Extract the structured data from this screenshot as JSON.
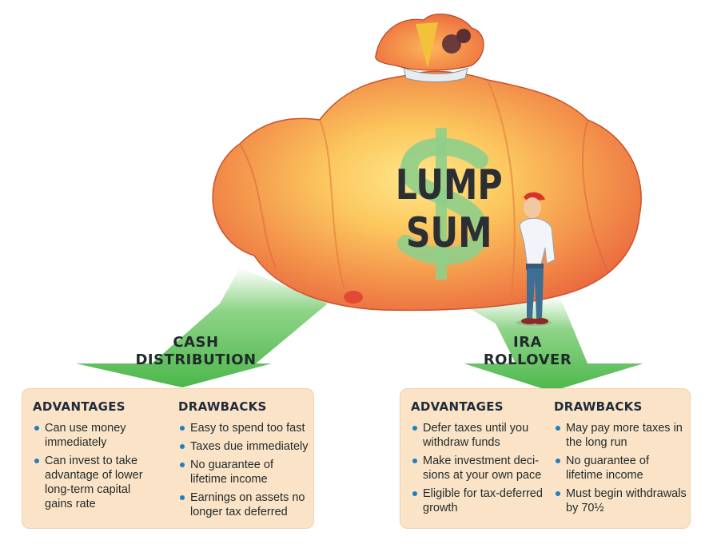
{
  "bag": {
    "text_line1": "LUMP",
    "text_line2": "SUM"
  },
  "left": {
    "arrow_label_line1": "CASH",
    "arrow_label_line2": "DISTRIBUTION",
    "advantages_title": "ADVANTAGES",
    "advantages": [
      [
        "Can use money",
        "immediately"
      ],
      [
        "Can invest to take",
        "advantage of lower",
        "long-term capital",
        "gains rate"
      ]
    ],
    "drawbacks_title": "DRAWBACKS",
    "drawbacks": [
      [
        "Easy to spend too fast"
      ],
      [
        "Taxes due immediately"
      ],
      [
        "No guarantee of",
        "lifetime income"
      ],
      [
        "Earnings on assets no",
        "longer tax deferred"
      ]
    ]
  },
  "right": {
    "arrow_label_line1": "IRA",
    "arrow_label_line2": "ROLLOVER",
    "advantages_title": "ADVANTAGES",
    "advantages": [
      [
        "Defer taxes until you",
        "withdraw funds"
      ],
      [
        "Make investment deci-",
        "sions at your own pace"
      ],
      [
        "Eligible for tax-deferred",
        "growth"
      ]
    ],
    "drawbacks_title": "DRAWBACKS",
    "drawbacks": [
      [
        "May pay more taxes in",
        "the long run"
      ],
      [
        "No guarantee of",
        "lifetime income"
      ],
      [
        "Must begin withdrawals",
        "by 70½"
      ]
    ]
  },
  "colors": {
    "arrow_green": "#5cc35a",
    "panel_bg": "#fbe3c7",
    "bullet_blue": "#1c7fc0",
    "bag_orange": "#f39a4a",
    "dollar_green": "#8fce8a"
  }
}
